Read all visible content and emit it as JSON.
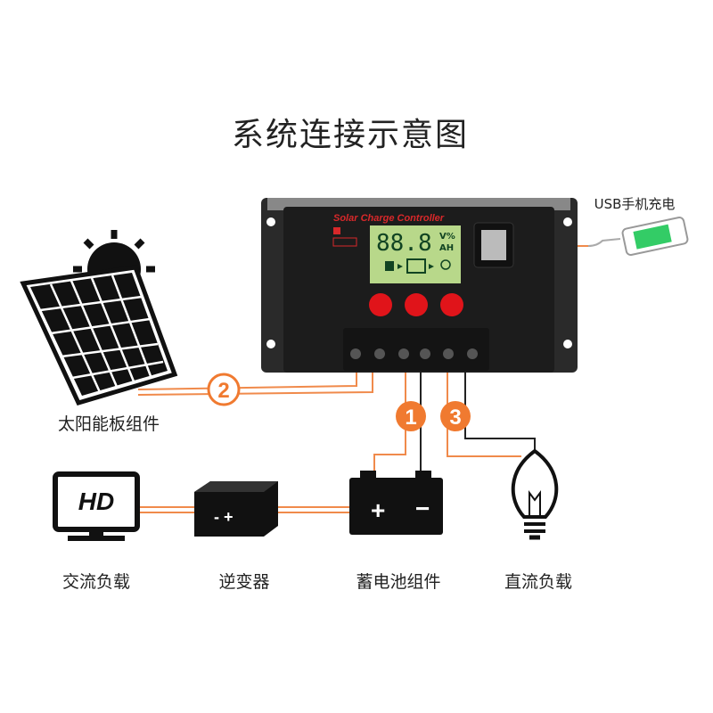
{
  "title": "系统连接示意图",
  "controller": {
    "brand_text": "Solar Charge Controller",
    "lcd_digits": "88.8",
    "lcd_unit_top": "V%",
    "lcd_unit_bottom": "AH"
  },
  "usb_label": "USB手机充电",
  "components": {
    "solar_panel": "太阳能板组件",
    "ac_load": "交流负载",
    "inverter": "逆变器",
    "battery": "蓄电池组件",
    "dc_load": "直流负载"
  },
  "tv_text": "HD",
  "steps": [
    "1",
    "2",
    "3"
  ],
  "colors": {
    "wire": "#f08a4b",
    "step": "#f07a30",
    "button": "#e0141a",
    "lcd": "#b8d88a"
  }
}
